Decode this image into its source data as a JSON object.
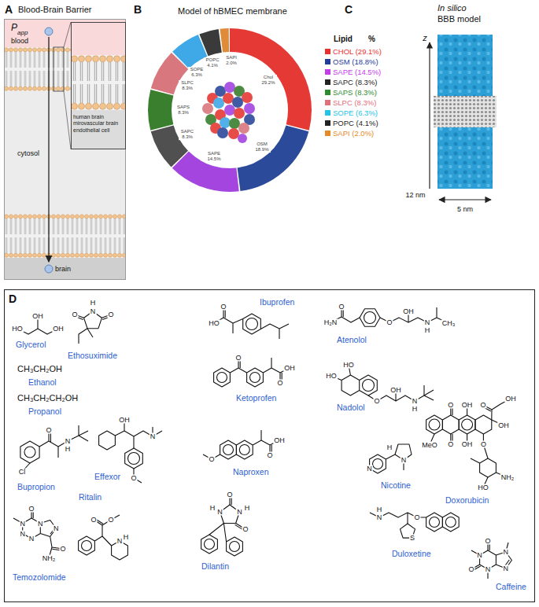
{
  "diagram": {
    "nodes": [
      {
        "text": [
          "Blood-Brain Barrier"
        ]
      },
      {
        "text": [
          "human brain mirovascular brain endothelial cell"
        ],
        "in": 0
      },
      {
        "text": [
          "D"
        ]
      }
    ],
    "labels": [
      "A",
      "P",
      "app",
      "blood",
      "cytosol",
      "brain",
      "B",
      "Model of hBMEC membrane",
      "Chol 29.2%",
      "OSM 18.9%",
      "SAPE 14.5%",
      "SAPC 8.3%",
      "SAPS 8.3%",
      "SLPC 8.3%",
      "SOPE 6.3%",
      "POPC 4.1%",
      "SAPI 2.0%",
      "Lipid",
      "%",
      "C",
      "In silico",
      "BBB model",
      "z",
      "12 nm",
      "5 nm",
      "Glycerol",
      "HO",
      "OH",
      "OH",
      "Ethosuximide",
      "H",
      "N",
      "O",
      "O",
      "CH₃CH₂OH",
      "Ethanol",
      "CH₃CH₂CH₂OH",
      "Propanol",
      "Bupropion",
      "O",
      "N",
      "H",
      "Cl",
      "Effexor",
      "OH",
      "N",
      "O",
      "Ritalin",
      "O",
      "O",
      "H",
      "N",
      "Temozolomide",
      "O",
      "N",
      "N",
      "N",
      "N",
      "N",
      "O",
      "NH₂",
      "Ibuprofen",
      "HO",
      "O",
      "Ketoprofen",
      "O",
      "O",
      "OH",
      "Naproxen",
      "O",
      "O",
      "OH",
      "Dilantin",
      "O",
      "N",
      "H",
      "O",
      "N",
      "H",
      "Atenolol",
      "O",
      "H₂N",
      "O",
      "OH",
      "N",
      "H",
      "CH₃",
      "Nadolol",
      "HO",
      "HO",
      "O",
      "OH",
      "N",
      "H",
      "Doxorubicin",
      "O",
      "O",
      "OH",
      "OH",
      "MeO",
      "O",
      "OH",
      "OH",
      "O",
      "NH₂",
      "HO",
      "Nicotine",
      "N",
      "H",
      "N",
      "Duloxetine",
      "N",
      "H",
      "O",
      "S",
      "Caffeine",
      "O",
      "N",
      "O",
      "N",
      "N",
      "N"
    ],
    "legend": [
      {
        "text": "CHOL (29.1%)",
        "color": "#e8312f"
      },
      {
        "text": "OSM (18.8%)",
        "color": "#1f3d99"
      },
      {
        "text": "SAPE (14.5%)",
        "color": "#c33ee8"
      },
      {
        "text": "SAPC (8.3%)",
        "color": "#222222"
      },
      {
        "text": "SAPS (8.3%)",
        "color": "#2e8b2e"
      },
      {
        "text": "SLPC (8.3%)",
        "color": "#e0707c"
      },
      {
        "text": "SOPE (6.3%)",
        "color": "#25c4e6"
      },
      {
        "text": "POPC (4.1%)",
        "color": "#222222"
      },
      {
        "text": "SAPI (2.0%)",
        "color": "#e58a26"
      }
    ]
  }
}
